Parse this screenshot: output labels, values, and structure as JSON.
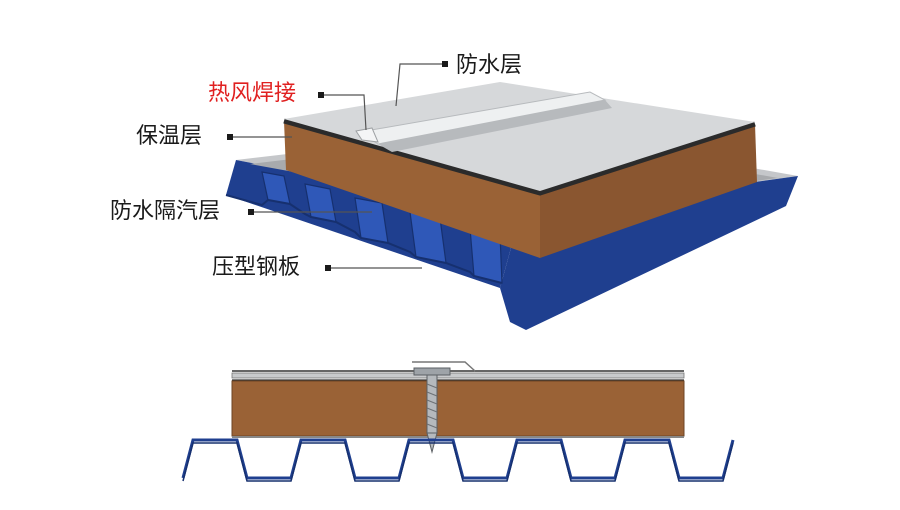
{
  "labels": {
    "waterproof_layer": "防水层",
    "hot_air_welding": "热风焊接",
    "insulation_layer": "保温层",
    "vapor_barrier": "防水隔汽层",
    "steel_deck": "压型钢板"
  },
  "colors": {
    "membrane_top": "#d6d8da",
    "membrane_shadow": "#b7babd",
    "insulation_front": "#9a6236",
    "insulation_side": "#8a5630",
    "insulation_edge": "#2b2b2b",
    "vapor_barrier": "#a8aaad",
    "deck_blue": "#1f3f8f",
    "deck_blue_dark": "#16306f",
    "deck_blue_light": "#2f58b8",
    "accent_red": "#e02020",
    "leader": "#555555"
  },
  "icons": [
    "screw-fastener-icon"
  ]
}
